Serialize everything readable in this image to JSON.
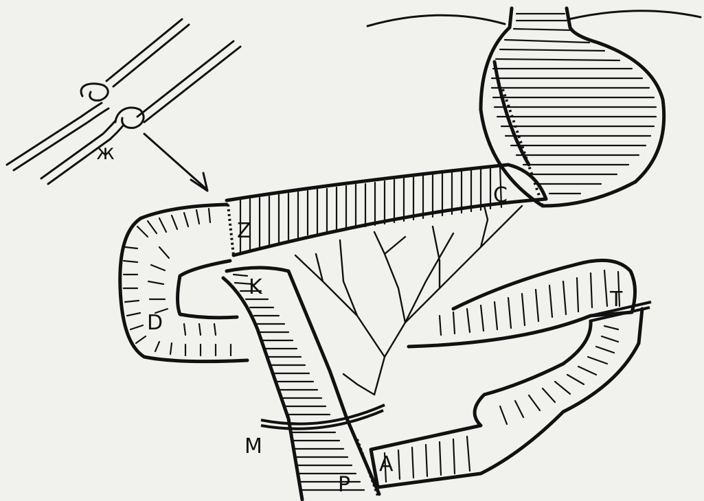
{
  "figure": {
    "labels": {
      "inset": "ж",
      "stomach_junction": "C",
      "proximal_anastomosis": "Z",
      "loop_bend": "D",
      "K": "K",
      "T": "T",
      "ligature": "M",
      "distal_anastomosis": "A",
      "P": "P"
    }
  }
}
